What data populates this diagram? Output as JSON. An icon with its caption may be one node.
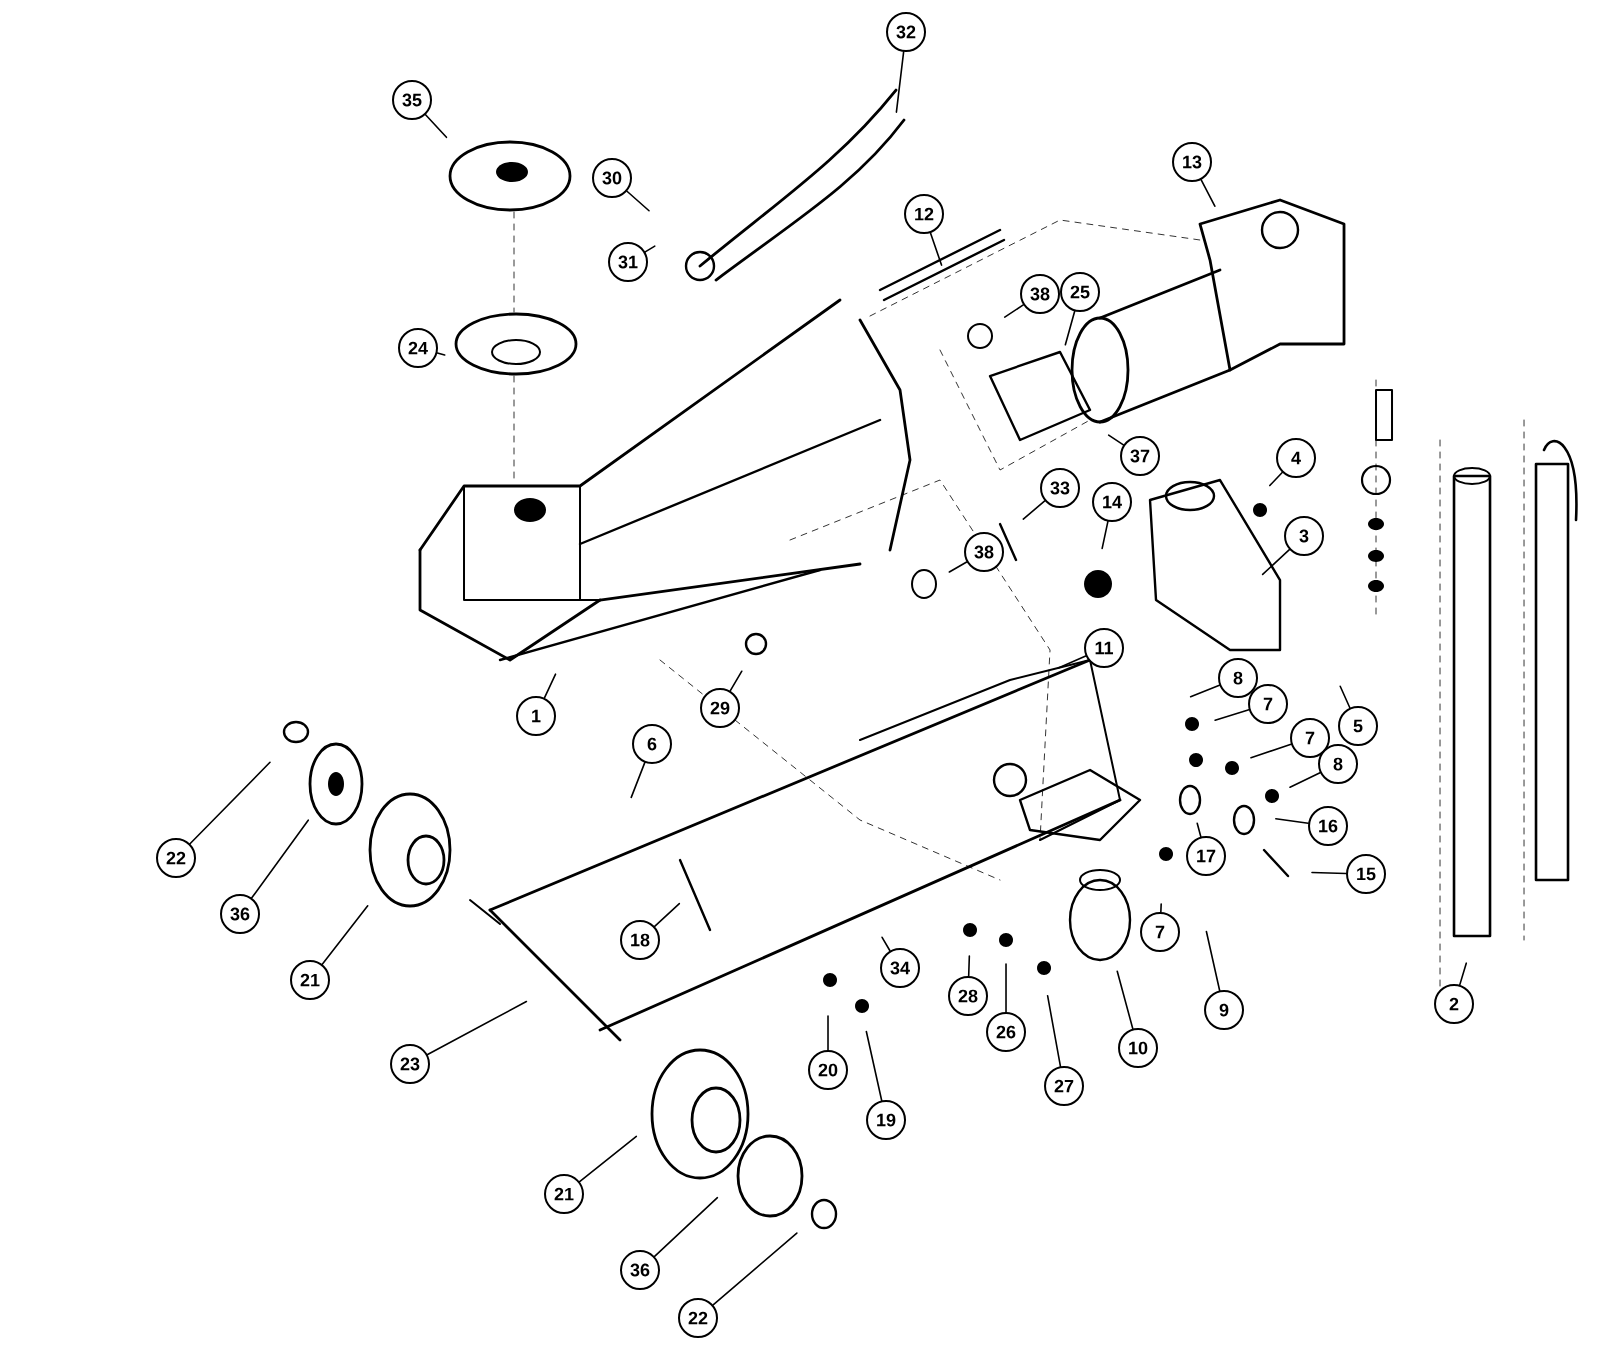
{
  "diagram": {
    "nodes": [
      {
        "text": [
          "35"
        ]
      },
      {
        "text": [
          "30"
        ]
      },
      {
        "text": [
          "31"
        ]
      },
      {
        "text": [
          "32"
        ]
      },
      {
        "text": [
          "24"
        ]
      },
      {
        "text": [
          "12"
        ]
      },
      {
        "text": [
          "13"
        ]
      },
      {
        "text": [
          "38"
        ]
      },
      {
        "text": [
          "25"
        ]
      },
      {
        "text": [
          "37"
        ]
      },
      {
        "text": [
          "4"
        ]
      },
      {
        "text": [
          "33"
        ]
      },
      {
        "text": [
          "38"
        ]
      },
      {
        "text": [
          "14"
        ]
      },
      {
        "text": [
          "3"
        ]
      },
      {
        "text": [
          "1"
        ]
      },
      {
        "text": [
          "29"
        ]
      },
      {
        "text": [
          "11"
        ]
      },
      {
        "text": [
          "8"
        ]
      },
      {
        "text": [
          "5"
        ]
      },
      {
        "text": [
          "7"
        ]
      },
      {
        "text": [
          "6"
        ]
      },
      {
        "text": [
          "7"
        ]
      },
      {
        "text": [
          "8"
        ]
      },
      {
        "text": [
          "22"
        ]
      },
      {
        "text": [
          "16"
        ]
      },
      {
        "text": [
          "17"
        ]
      },
      {
        "text": [
          "15"
        ]
      },
      {
        "text": [
          "36"
        ]
      },
      {
        "text": [
          "21"
        ]
      },
      {
        "text": [
          "18"
        ]
      },
      {
        "text": [
          "7"
        ]
      },
      {
        "text": [
          "34"
        ]
      },
      {
        "text": [
          "28"
        ]
      },
      {
        "text": [
          "9"
        ]
      },
      {
        "text": [
          "2"
        ]
      },
      {
        "text": [
          "26"
        ]
      },
      {
        "text": [
          "10"
        ]
      },
      {
        "text": [
          "23"
        ]
      },
      {
        "text": [
          "20"
        ]
      },
      {
        "text": [
          "27"
        ]
      },
      {
        "text": [
          "19"
        ]
      },
      {
        "text": [
          "21"
        ]
      },
      {
        "text": [
          "36"
        ]
      },
      {
        "text": [
          "22"
        ]
      }
    ],
    "edges": [
      {
        "from": 0,
        "to": null,
        "arrow": "none"
      },
      {
        "from": 1,
        "to": null,
        "arrow": "none"
      },
      {
        "from": 2,
        "to": null,
        "arrow": "none"
      },
      {
        "from": 3,
        "to": null,
        "arrow": "none"
      },
      {
        "from": 4,
        "to": null,
        "arrow": "none"
      },
      {
        "from": 5,
        "to": null,
        "arrow": "none"
      },
      {
        "from": 6,
        "to": null,
        "arrow": "none"
      },
      {
        "from": 7,
        "to": null,
        "arrow": "none"
      },
      {
        "from": 8,
        "to": null,
        "arrow": "none"
      },
      {
        "from": 9,
        "to": null,
        "arrow": "none"
      },
      {
        "from": 10,
        "to": null,
        "arrow": "none"
      },
      {
        "from": 11,
        "to": null,
        "arrow": "none"
      },
      {
        "from": 12,
        "to": null,
        "arrow": "none"
      },
      {
        "from": 13,
        "to": null,
        "arrow": "none"
      },
      {
        "from": 14,
        "to": null,
        "arrow": "none"
      },
      {
        "from": 15,
        "to": null,
        "arrow": "none"
      },
      {
        "from": 16,
        "to": null,
        "arrow": "none"
      },
      {
        "from": 17,
        "to": null,
        "arrow": "none"
      },
      {
        "from": 18,
        "to": null,
        "arrow": "none"
      },
      {
        "from": 19,
        "to": null,
        "arrow": "none"
      },
      {
        "from": 20,
        "to": null,
        "arrow": "none"
      },
      {
        "from": 21,
        "to": null,
        "arrow": "none"
      },
      {
        "from": 22,
        "to": null,
        "arrow": "none"
      },
      {
        "from": 23,
        "to": null,
        "arrow": "none"
      },
      {
        "from": 24,
        "to": null,
        "arrow": "none"
      },
      {
        "from": 25,
        "to": null,
        "arrow": "none"
      },
      {
        "from": 26,
        "to": null,
        "arrow": "none"
      },
      {
        "from": 27,
        "to": null,
        "arrow": "none"
      },
      {
        "from": 28,
        "to": null,
        "arrow": "none"
      },
      {
        "from": 29,
        "to": null,
        "arrow": "none"
      },
      {
        "from": 30,
        "to": null,
        "arrow": "none"
      },
      {
        "from": 31,
        "to": null,
        "arrow": "none"
      },
      {
        "from": 32,
        "to": null,
        "arrow": "none"
      },
      {
        "from": 33,
        "to": null,
        "arrow": "none"
      },
      {
        "from": 34,
        "to": null,
        "arrow": "none"
      },
      {
        "from": 35,
        "to": null,
        "arrow": "none"
      },
      {
        "from": 36,
        "to": null,
        "arrow": "none"
      },
      {
        "from": 37,
        "to": null,
        "arrow": "none"
      },
      {
        "from": 38,
        "to": null,
        "arrow": "none"
      },
      {
        "from": 39,
        "to": null,
        "arrow": "none"
      },
      {
        "from": 40,
        "to": null,
        "arrow": "none"
      },
      {
        "from": 41,
        "to": null,
        "arrow": "none"
      },
      {
        "from": 42,
        "to": null,
        "arrow": "none"
      },
      {
        "from": 43,
        "to": null,
        "arrow": "none"
      },
      {
        "from": 44,
        "to": null,
        "arrow": "none"
      }
    ]
  }
}
